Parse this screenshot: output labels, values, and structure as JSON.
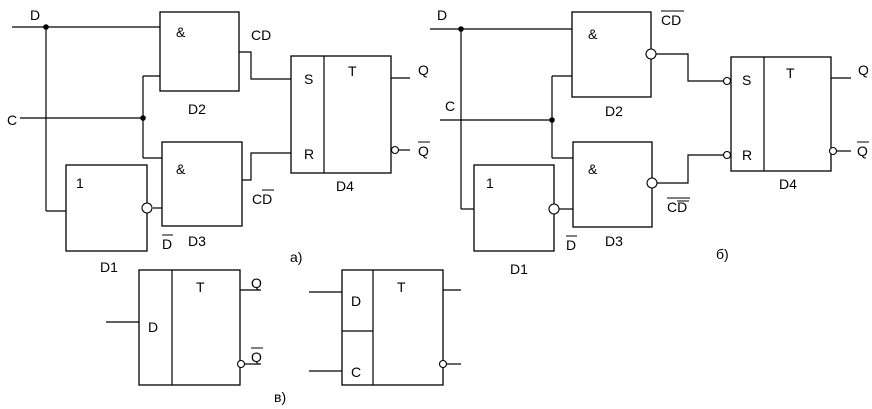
{
  "diagram_a": {
    "input_d": "D",
    "input_c": "C",
    "and_symbol_top": "&",
    "and_symbol_bottom": "&",
    "inverter_symbol": "1",
    "gate_top_name": "D2",
    "gate_bottom_name": "D3",
    "inverter_name": "D1",
    "flipflop_name": "D4",
    "flipflop_type": "T",
    "flipflop_s": "S",
    "flipflop_r": "R",
    "top_output_label": "CD",
    "bottom_output_label": "CD",
    "inverted_d_label": "D",
    "output_q": "Q",
    "output_q_bar": "Q",
    "caption": "а)"
  },
  "diagram_b": {
    "input_d": "D",
    "input_c": "C",
    "and_symbol_top": "&",
    "and_symbol_bottom": "&",
    "inverter_symbol": "1",
    "gate_top_name": "D2",
    "gate_bottom_name": "D3",
    "inverter_name": "D1",
    "flipflop_name": "D4",
    "flipflop_type": "T",
    "flipflop_s": "S",
    "flipflop_r": "R",
    "top_output_label": "CD",
    "bottom_output_label": "CD",
    "inverted_d_label": "D",
    "output_q": "Q",
    "output_q_bar": "Q",
    "caption": "б)"
  },
  "diagram_c": {
    "d_input": "D",
    "type_1": "T",
    "output_q": "Q",
    "output_q_bar": "Q",
    "d_input_2": "D",
    "c_input_2": "C",
    "type_2": "T",
    "caption": "в)"
  }
}
